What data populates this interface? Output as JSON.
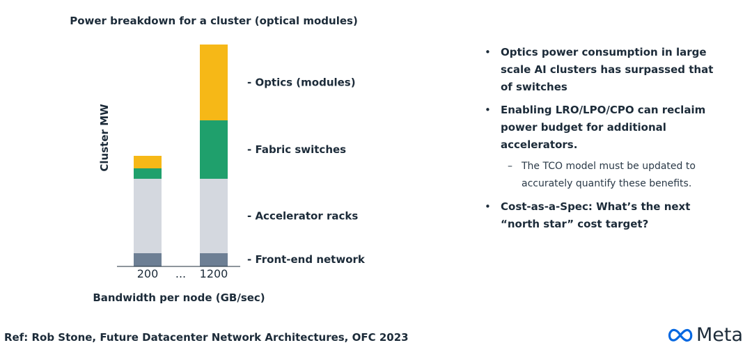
{
  "chart_data": {
    "type": "bar",
    "stacked": true,
    "title": "Power breakdown for a cluster (optical modules)",
    "xlabel": "Bandwidth per node (GB/sec)",
    "ylabel": "Cluster MW",
    "categories": [
      "200",
      "1200"
    ],
    "axis_gap_label": "...",
    "ylim": [
      0,
      320
    ],
    "series": [
      {
        "name": "- Front-end network",
        "color": "#6d7f94",
        "values": [
          19,
          19
        ]
      },
      {
        "name": "- Accelerator racks",
        "color": "#d4d8df",
        "values": [
          107,
          107
        ]
      },
      {
        "name": "- Fabric switches",
        "color": "#1fa06c",
        "values": [
          15,
          84
        ]
      },
      {
        "name": "- Optics (modules)",
        "color": "#f6b817",
        "values": [
          18,
          109
        ]
      }
    ],
    "legend_placement": "right"
  },
  "bullets": [
    {
      "text": "Optics power consumption in large scale AI clusters has surpassed that of switches"
    },
    {
      "text": "Enabling LRO/LPO/CPO can reclaim power budget for additional accelerators.",
      "sub": [
        "The TCO model must be updated to accurately quantify these benefits."
      ]
    },
    {
      "text": "Cost-as-a-Spec: What’s the next “north star” cost target?"
    }
  ],
  "footer": {
    "ref": "Ref: Rob Stone, Future Datacenter Network Architectures, OFC 2023",
    "brand": "Meta",
    "brand_color": "#0668e1"
  }
}
